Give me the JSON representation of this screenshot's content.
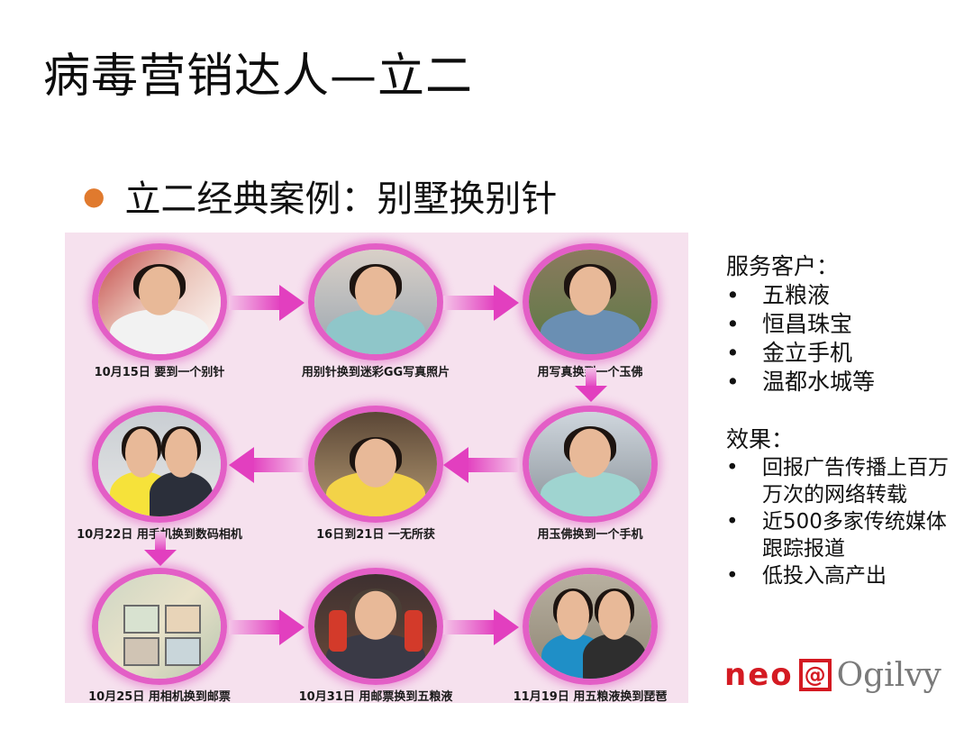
{
  "slide": {
    "title": "病毒营销达人—立二",
    "bullet": "立二经典案例：别墅换别针"
  },
  "steps": [
    {
      "caption": "10月15日  要到一个别针"
    },
    {
      "caption": "用别针换到迷彩GG写真照片"
    },
    {
      "caption": "用写真换到一个玉佛"
    },
    {
      "caption": "用玉佛换到一个手机"
    },
    {
      "caption": "16日到21日  一无所获"
    },
    {
      "caption": "10月22日  用手机换到数码相机"
    },
    {
      "caption": "10月25日  用相机换到邮票"
    },
    {
      "caption": "10月31日  用邮票换到五粮液"
    },
    {
      "caption": "11月19日  用五粮液换到琵琶"
    }
  ],
  "clients": {
    "heading": "服务客户：",
    "items": [
      "五粮液",
      "恒昌珠宝",
      "金立手机",
      "温都水城等"
    ]
  },
  "effects": {
    "heading": "效果：",
    "items": [
      "回报广告传播上百万万次的网络转载",
      "近500多家传统媒体跟踪报道",
      "低投入高产出"
    ]
  },
  "logo": {
    "neo": "neo",
    "at": "@",
    "ogilvy": "Ogilvy"
  },
  "colors": {
    "accent": "#e35ec6",
    "bullet": "#e07a2e",
    "logo_red": "#d41a22",
    "panel": "#f6e1ee"
  }
}
